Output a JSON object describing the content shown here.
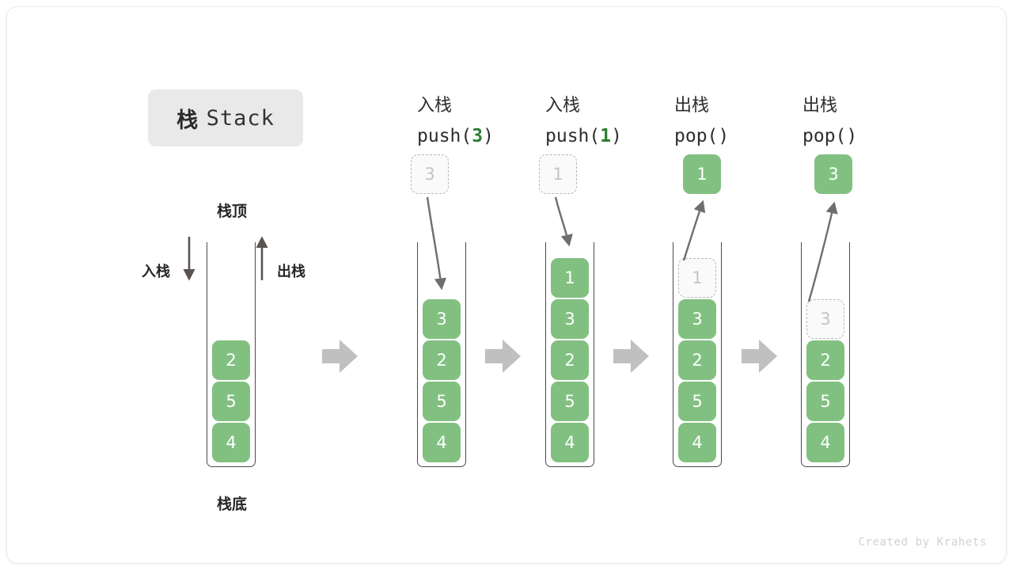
{
  "figure": {
    "title_cn": "栈",
    "title_en": "Stack",
    "credit": "Created by Krahets",
    "colors": {
      "cell_fill": "#81c081",
      "cell_text": "#ffffff",
      "ghost_fill": "#fafafa",
      "ghost_border": "#b9b9b9",
      "ghost_text": "#c4c4c4",
      "tube_stroke": "#4a4a4a",
      "arrow_gray": "#c0c0c0",
      "curve_stroke": "#6e6e6e",
      "accent_green": "#2e7d32",
      "chip_bg": "#e9e9e9"
    }
  },
  "legend": {
    "top_label": "栈顶",
    "bottom_label": "栈底",
    "push_label": "入栈",
    "pop_label": "出栈"
  },
  "columns": [
    {
      "id": "initial",
      "head_cn": "",
      "head_code": "",
      "code_prefix": "",
      "code_arg": "",
      "code_suffix": "",
      "stack": [
        "2",
        "5",
        "4"
      ],
      "ghost_in_stack": null,
      "float_cell": null,
      "float_kind": null
    },
    {
      "id": "push-3",
      "head_cn": "入栈",
      "code_prefix": "push(",
      "code_arg": "3",
      "code_suffix": ")",
      "stack": [
        "3",
        "2",
        "5",
        "4"
      ],
      "ghost_in_stack": null,
      "float_cell": "3",
      "float_kind": "ghost"
    },
    {
      "id": "push-1",
      "head_cn": "入栈",
      "code_prefix": "push(",
      "code_arg": "1",
      "code_suffix": ")",
      "stack": [
        "1",
        "3",
        "2",
        "5",
        "4"
      ],
      "ghost_in_stack": null,
      "float_cell": "1",
      "float_kind": "ghost"
    },
    {
      "id": "pop-1",
      "head_cn": "出栈",
      "code_prefix": "pop(",
      "code_arg": "",
      "code_suffix": ")",
      "stack": [
        "3",
        "2",
        "5",
        "4"
      ],
      "ghost_in_stack": "1",
      "float_cell": "1",
      "float_kind": "solid"
    },
    {
      "id": "pop-3",
      "head_cn": "出栈",
      "code_prefix": "pop(",
      "code_arg": "",
      "code_suffix": ")",
      "stack": [
        "2",
        "5",
        "4"
      ],
      "ghost_in_stack": "3",
      "float_cell": "3",
      "float_kind": "solid"
    }
  ],
  "chart_data": {
    "type": "diagram",
    "title": "栈 Stack",
    "description": "Stack push/pop operation sequence diagram",
    "steps": [
      {
        "operation": "initial",
        "stack_top_to_bottom": [
          "2",
          "5",
          "4"
        ]
      },
      {
        "operation": "push(3)",
        "stack_top_to_bottom": [
          "3",
          "2",
          "5",
          "4"
        ],
        "element": "3"
      },
      {
        "operation": "push(1)",
        "stack_top_to_bottom": [
          "1",
          "3",
          "2",
          "5",
          "4"
        ],
        "element": "1"
      },
      {
        "operation": "pop()",
        "stack_top_to_bottom": [
          "3",
          "2",
          "5",
          "4"
        ],
        "element": "1"
      },
      {
        "operation": "pop()",
        "stack_top_to_bottom": [
          "2",
          "5",
          "4"
        ],
        "element": "3"
      }
    ]
  }
}
